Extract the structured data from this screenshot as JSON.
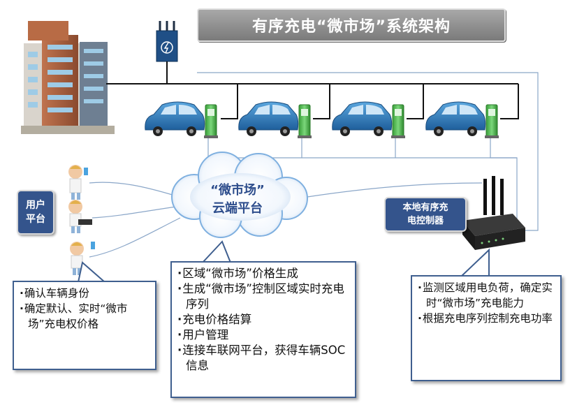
{
  "title": "有序充电“微市场”系统架构",
  "user_platform": "用户\n平台",
  "cloud": {
    "line1": "“微市场”",
    "line2": "云端平台"
  },
  "controller": "本地有序充\n电控制器",
  "user_items": [
    "确认车辆身份",
    "确定默认、实时“微市场”充电权价格"
  ],
  "cloud_items": [
    "区域“微市场”价格生成",
    "生成“微市场”控制区域实时充电序列",
    "充电价格结算",
    "用户管理",
    "连接车联网平台，获得车辆SOC信息"
  ],
  "controller_items": [
    "监测区域用电负荷，确定实时“微市场”充电能力",
    "根据充电序列控制充电功率"
  ],
  "colors": {
    "navy": "#34548c",
    "car_blue": "#2f7fbf",
    "charger_green": "#4dbb4d",
    "cloud_blue": "#6aa0d8",
    "line": "#8aa6c8"
  }
}
